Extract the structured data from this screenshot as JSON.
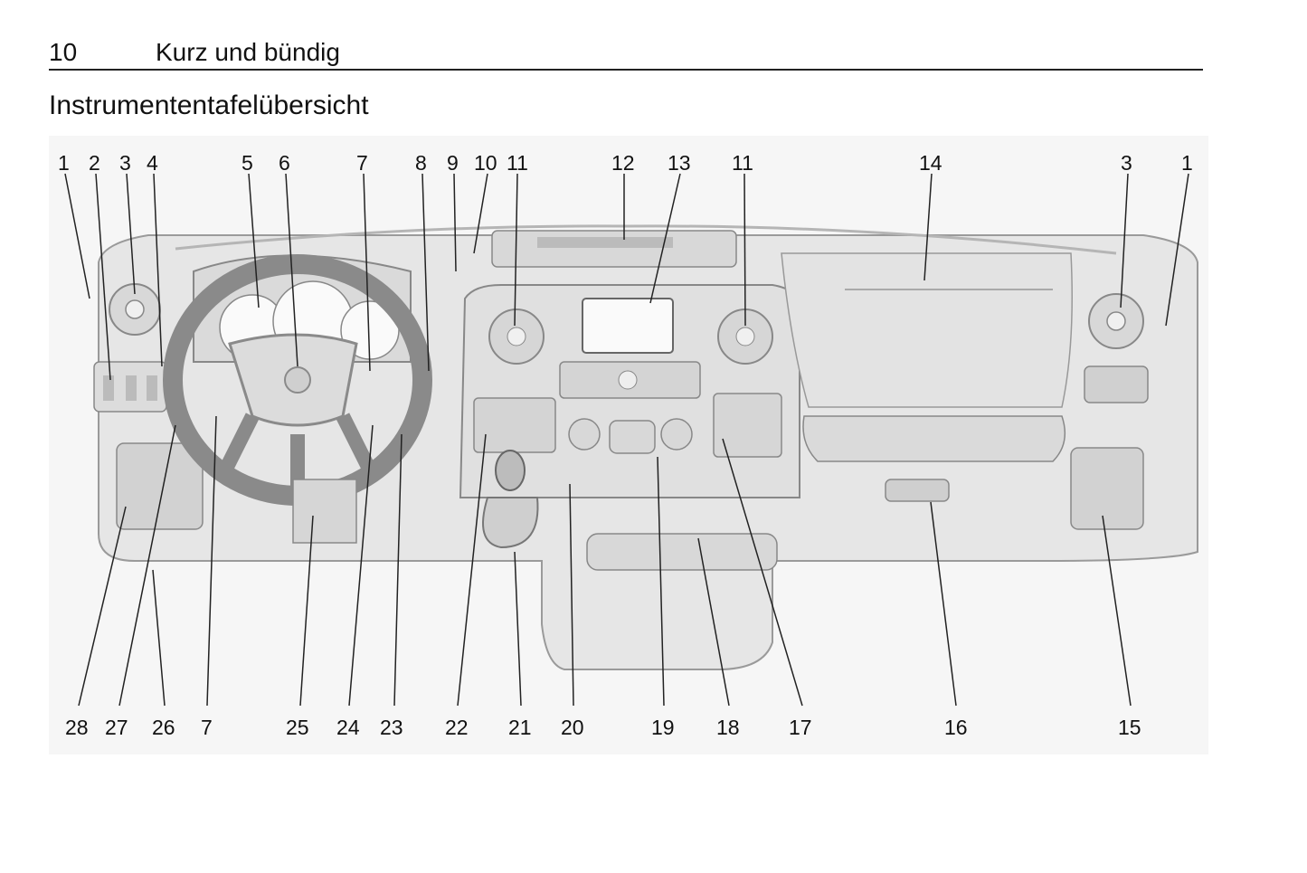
{
  "header": {
    "page_number": "10",
    "chapter_title": "Kurz und bündig"
  },
  "section_title": "Instrumententafelübersicht",
  "figure": {
    "top_callouts": [
      "1",
      "2",
      "3",
      "4",
      "5",
      "6",
      "7",
      "8",
      "9",
      "10",
      "11",
      "12",
      "13",
      "11",
      "14",
      "3",
      "1"
    ],
    "bottom_callouts": [
      "28",
      "27",
      "26",
      "7",
      "25",
      "24",
      "23",
      "22",
      "21",
      "20",
      "19",
      "18",
      "17",
      "16",
      "15"
    ]
  },
  "colors": {
    "line": "#222222",
    "dash_fill": "#e6e6e6",
    "dash_shade": "#cfcfcf",
    "figure_bg": "#f6f6f6"
  }
}
